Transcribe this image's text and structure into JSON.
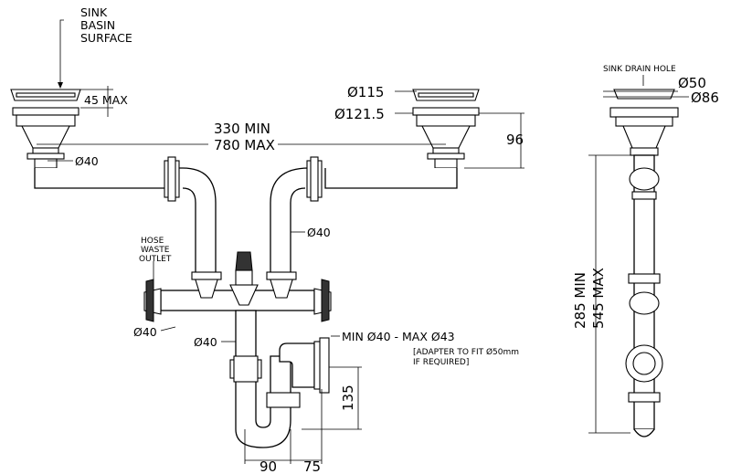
{
  "labels": {
    "sink_line1": "SINK",
    "sink_line2": "BASIN",
    "sink_line3": "SURFACE",
    "max45": "45 MAX",
    "d115": "Ø115",
    "d121": "Ø121.5",
    "min330": "330 MIN",
    "max780": "780 MAX",
    "h96": "96",
    "d40_left": "Ø40",
    "d40_mid": "Ø40",
    "hose1": "HOSE",
    "hose2": "WASTE",
    "hose3": "OUTLET",
    "d40_lower": "Ø40",
    "d40_trap": "Ø40",
    "minmax": "MIN Ø40 - MAX Ø43",
    "adapter1": "[ADAPTER TO FIT Ø50mm",
    "adapter2": "IF REQUIRED]",
    "h135": "135",
    "w90": "90",
    "w75": "75",
    "sink_drain_hole": "SINK DRAIN HOLE",
    "d50": "Ø50",
    "d86": "Ø86",
    "min285": "285 MIN",
    "max545": "545 MAX"
  }
}
